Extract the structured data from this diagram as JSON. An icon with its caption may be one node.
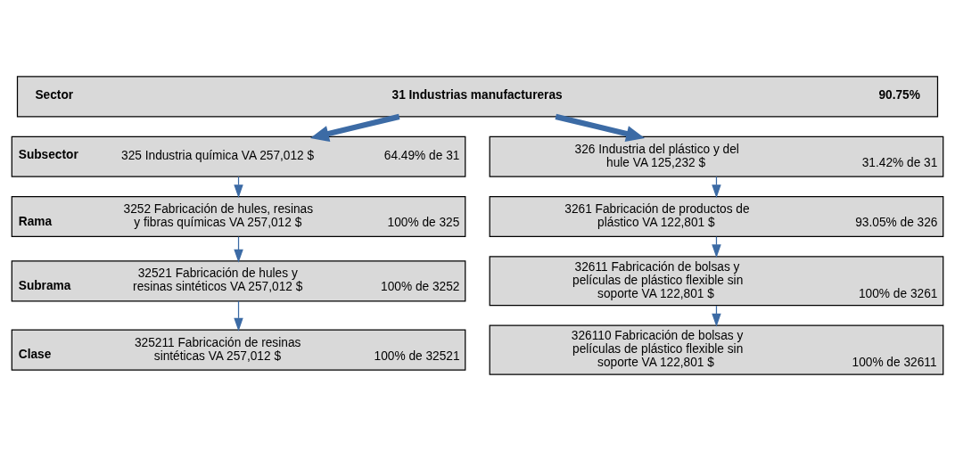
{
  "diagram": {
    "nodes": [
      {
        "text": [
          "Sector",
          "31 Industrias manufactureras",
          "90.75%"
        ]
      },
      {
        "text": [
          "Subsector",
          "325 Industria química VA 257,012 $",
          "64.49% de 31"
        ]
      },
      {
        "text": [
          "326 Industria del plástico y del hule VA 125,232 $",
          "31.42% de 31"
        ]
      },
      {
        "text": [
          "Rama",
          "3252 Fabricación de hules, resinas y fibras químicas VA 257,012 $",
          "100% de 325"
        ]
      },
      {
        "text": [
          "3261 Fabricación de productos de plástico VA 122,801 $",
          "93.05% de 326"
        ]
      },
      {
        "text": [
          "Subrama",
          "32521 Fabricación de hules y resinas sintéticos VA 257,012 $",
          "100% de 3252"
        ]
      },
      {
        "text": [
          "32611 Fabricación de bolsas y películas de plástico flexible sin soporte VA 122,801 $",
          "100% de 3261"
        ]
      },
      {
        "text": [
          "Clase",
          "325211 Fabricación de resinas sintéticas VA 257,012 $",
          "100% de 32521"
        ]
      },
      {
        "text": [
          "326110 Fabricación de bolsas y películas de plástico flexible sin soporte VA 122,801 $",
          "100% de 32611"
        ]
      }
    ],
    "edges": [
      {
        "from": 0,
        "to": 1,
        "arrow": "to",
        "style": "thick"
      },
      {
        "from": 0,
        "to": 2,
        "arrow": "to",
        "style": "thick"
      },
      {
        "from": 1,
        "to": 3,
        "arrow": "to"
      },
      {
        "from": 2,
        "to": 4,
        "arrow": "to"
      },
      {
        "from": 3,
        "to": 5,
        "arrow": "to"
      },
      {
        "from": 4,
        "to": 6,
        "arrow": "to"
      },
      {
        "from": 5,
        "to": 7,
        "arrow": "to"
      },
      {
        "from": 6,
        "to": 8,
        "arrow": "to"
      }
    ]
  }
}
